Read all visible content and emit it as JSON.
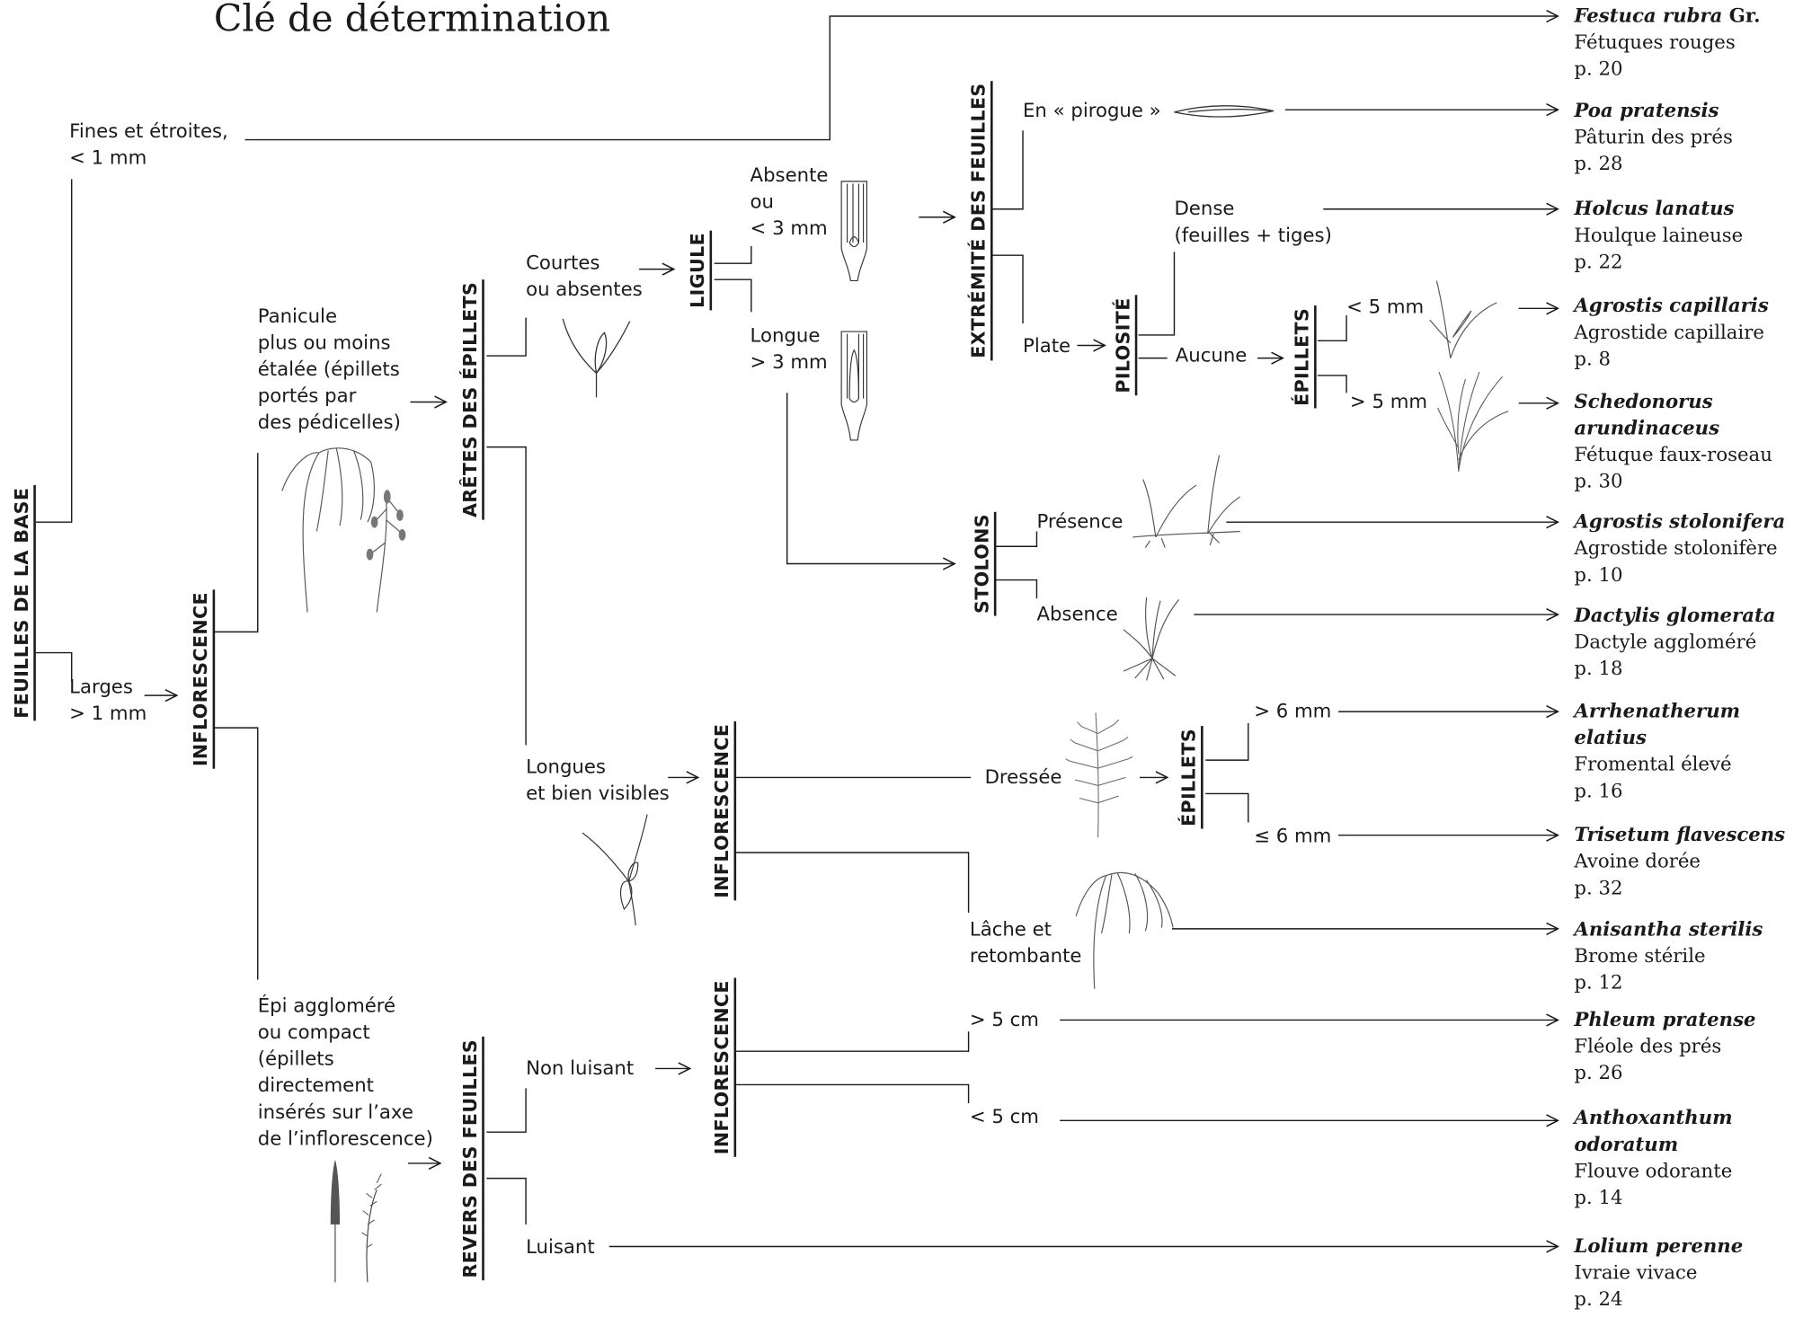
{
  "title": "Clé de détermination",
  "nodes": {
    "feuilles_base": "FEUILLES DE LA BASE",
    "inflorescence_1": "INFLORESCENCE",
    "aretes": "ARÊTES DES ÉPILLETS",
    "revers": "REVERS DES FEUILLES",
    "ligule": "LIGULE",
    "inflorescence_2": "INFLORESCENCE",
    "inflorescence_3": "INFLORESCENCE",
    "extremite": "EXTRÉMITÉ DES FEUILLES",
    "stolons": "STOLONS",
    "pilosite": "PILOSITÉ",
    "epillets_1": "ÉPILLETS",
    "epillets_2": "ÉPILLETS"
  },
  "options": {
    "fines": [
      "Fines et étroites,",
      "< 1 mm"
    ],
    "larges": [
      "Larges",
      "> 1 mm"
    ],
    "panicule": [
      "Panicule",
      "plus ou moins",
      "étalée (épillets",
      "portés par",
      "des pédicelles)"
    ],
    "epi": [
      "Épi aggloméré",
      "ou compact",
      "(épillets",
      "directement",
      "insérés sur l’axe",
      "de l’inflorescence)"
    ],
    "courtes": [
      "Courtes",
      "ou absentes"
    ],
    "longues": [
      "Longues",
      "et bien visibles"
    ],
    "non_luisant": "Non luisant",
    "luisant": "Luisant",
    "absente": [
      "Absente",
      "ou",
      "< 3 mm"
    ],
    "longue": [
      "Longue",
      "> 3 mm"
    ],
    "pirogue": "En « pirogue »",
    "plate": "Plate",
    "dense": [
      "Dense",
      "(feuilles + tiges)"
    ],
    "aucune": "Aucune",
    "lt5mm": "< 5 mm",
    "gt5mm": "> 5 mm",
    "presence": "Présence",
    "absence": "Absence",
    "dressee": "Dressée",
    "gt6mm": "> 6 mm",
    "le6mm": "≤ 6 mm",
    "lache": [
      "Lâche et",
      "retombante"
    ],
    "gt5cm": "> 5 cm",
    "lt5cm": "< 5 cm"
  },
  "results": [
    {
      "sci": "Festuca rubra",
      "author": "Gr.",
      "common": "Fétuques rouges",
      "page": "p. 20"
    },
    {
      "sci": "Poa pratensis",
      "common": "Pâturin des prés",
      "page": "p. 28"
    },
    {
      "sci": "Holcus lanatus",
      "common": "Houlque laineuse",
      "page": "p. 22"
    },
    {
      "sci": "Agrostis capillaris",
      "common": "Agrostide capillaire",
      "page": "p. 8"
    },
    {
      "sci": "Schedonorus arundinaceus",
      "common": "Fétuque faux-roseau",
      "page": "p. 30"
    },
    {
      "sci": "Agrostis stolonifera",
      "common": "Agrostide stolonifère",
      "page": "p. 10"
    },
    {
      "sci": "Dactylis glomerata",
      "common": "Dactyle aggloméré",
      "page": "p. 18"
    },
    {
      "sci": "Arrhenatherum elatius",
      "common": "Fromental élevé",
      "page": "p. 16"
    },
    {
      "sci": "Trisetum flavescens",
      "common": "Avoine dorée",
      "page": "p. 32"
    },
    {
      "sci": "Anisantha sterilis",
      "common": "Brome stérile",
      "page": "p. 12"
    },
    {
      "sci": "Phleum pratense",
      "common": "Fléole des prés",
      "page": "p. 26"
    },
    {
      "sci": "Anthoxanthum odoratum",
      "common": "Flouve odorante",
      "page": "p. 14"
    },
    {
      "sci": "Lolium perenne",
      "common": "Ivraie vivace",
      "page": "p. 24"
    }
  ]
}
